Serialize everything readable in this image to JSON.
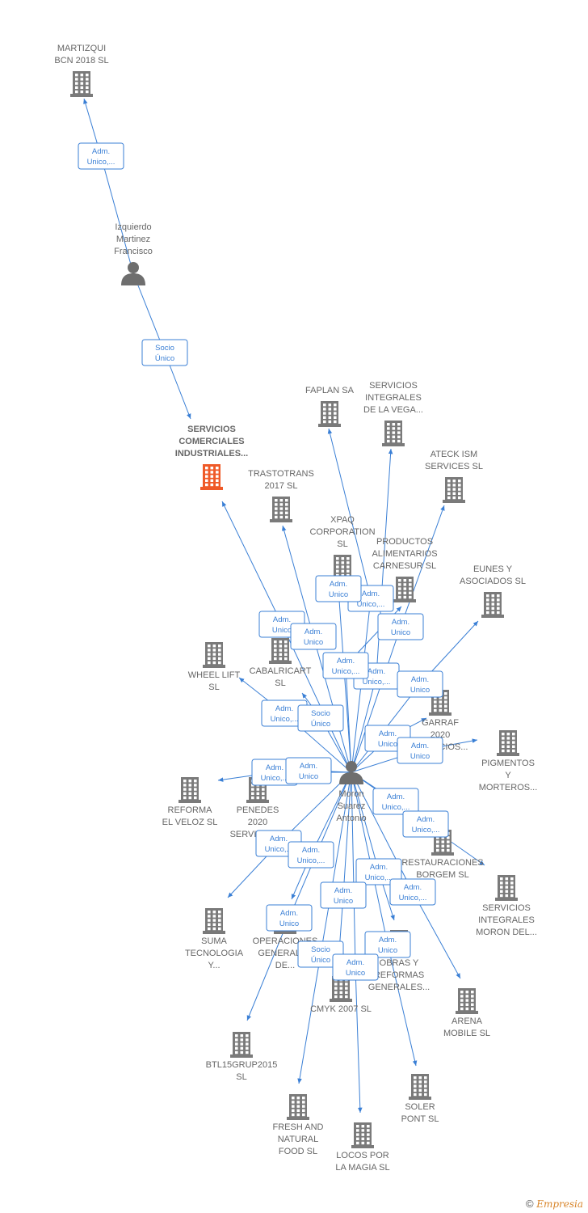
{
  "colors": {
    "edge": "#3a7fd5",
    "company": "#7a7a7a",
    "focus": "#ef5a28",
    "person": "#6e6e6e"
  },
  "nodes": [
    {
      "id": "martizqui",
      "type": "company",
      "lines": [
        "MARTIZQUI",
        "BCN 2018  SL"
      ],
      "label_pos": "above"
    },
    {
      "id": "izquierdo",
      "type": "person",
      "lines": [
        "Izquierdo",
        "Martinez",
        "Francisco"
      ],
      "label_pos": "above"
    },
    {
      "id": "servicios_comerciales",
      "type": "company",
      "focus": true,
      "bold": true,
      "lines": [
        "SERVICIOS",
        "COMERCIALES",
        "INDUSTRIALES..."
      ],
      "label_pos": "above"
    },
    {
      "id": "faplan",
      "type": "company",
      "lines": [
        "FAPLAN SA"
      ],
      "label_pos": "above"
    },
    {
      "id": "servicios_vega",
      "type": "company",
      "lines": [
        "SERVICIOS",
        "INTEGRALES",
        "DE LA VEGA..."
      ],
      "label_pos": "above"
    },
    {
      "id": "ateck",
      "type": "company",
      "lines": [
        "ATECK ISM",
        "SERVICES  SL"
      ],
      "label_pos": "above"
    },
    {
      "id": "trastotrans",
      "type": "company",
      "lines": [
        "TRASTOTRANS",
        "2017  SL"
      ],
      "label_pos": "above"
    },
    {
      "id": "xpaq",
      "type": "company",
      "lines": [
        "XPAQ",
        "CORPORATION",
        "SL"
      ],
      "label_pos": "above"
    },
    {
      "id": "productos",
      "type": "company",
      "lines": [
        "PRODUCTOS",
        "ALIMENTARIOS",
        "CARNESUR  SL"
      ],
      "label_pos": "above"
    },
    {
      "id": "eunes",
      "type": "company",
      "lines": [
        "EUNES Y",
        "ASOCIADOS SL"
      ],
      "label_pos": "above"
    },
    {
      "id": "wheel",
      "type": "company",
      "lines": [
        "WHEEL LIFT",
        "SL"
      ],
      "label_pos": "below"
    },
    {
      "id": "cabalricart",
      "type": "company",
      "lines": [
        "CABALRICART",
        "SL"
      ],
      "label_pos": "below"
    },
    {
      "id": "garraf",
      "type": "company",
      "lines": [
        "GARRAF",
        "2020",
        "SERVICIOS..."
      ],
      "label_pos": "below"
    },
    {
      "id": "pigmentos",
      "type": "company",
      "lines": [
        "PIGMENTOS",
        "Y",
        "MORTEROS..."
      ],
      "label_pos": "below"
    },
    {
      "id": "moron",
      "type": "person",
      "lines": [
        "Moron",
        "Suarez",
        "Antonio"
      ],
      "label_pos": "below"
    },
    {
      "id": "reforma",
      "type": "company",
      "lines": [
        "REFORMA",
        "EL VELOZ  SL"
      ],
      "label_pos": "below"
    },
    {
      "id": "penedes",
      "type": "company",
      "lines": [
        "PENEDES",
        "2020",
        "SERVICIOS..."
      ],
      "label_pos": "below"
    },
    {
      "id": "restauraciones",
      "type": "company",
      "lines": [
        "RESTAURACIONES",
        "BORGEM  SL"
      ],
      "label_pos": "below"
    },
    {
      "id": "servicios_moron",
      "type": "company",
      "lines": [
        "SERVICIOS",
        "INTEGRALES",
        "MORON DEL..."
      ],
      "label_pos": "below"
    },
    {
      "id": "suma",
      "type": "company",
      "lines": [
        "SUMA",
        "TECNOLOGIA",
        "Y..."
      ],
      "label_pos": "below"
    },
    {
      "id": "operaciones",
      "type": "company",
      "lines": [
        "OPERACIONES",
        "GENERALES",
        "DE..."
      ],
      "label_pos": "below"
    },
    {
      "id": "obras",
      "type": "company",
      "lines": [
        "OBRAS Y",
        "REFORMAS",
        "GENERALES..."
      ],
      "label_pos": "below"
    },
    {
      "id": "cmyk",
      "type": "company",
      "lines": [
        "CMYK 2007  SL"
      ],
      "label_pos": "below"
    },
    {
      "id": "arena",
      "type": "company",
      "lines": [
        "ARENA",
        "MOBILE  SL"
      ],
      "label_pos": "below"
    },
    {
      "id": "btl",
      "type": "company",
      "lines": [
        "BTL15GRUP2015",
        "SL"
      ],
      "label_pos": "below"
    },
    {
      "id": "soler",
      "type": "company",
      "lines": [
        "SOLER",
        "PONT SL"
      ],
      "label_pos": "below"
    },
    {
      "id": "fresh",
      "type": "company",
      "lines": [
        "FRESH AND",
        "NATURAL",
        "FOOD  SL"
      ],
      "label_pos": "below"
    },
    {
      "id": "locos",
      "type": "company",
      "lines": [
        "LOCOS POR",
        "LA MAGIA SL"
      ],
      "label_pos": "below"
    }
  ],
  "edges": [
    {
      "from": "izquierdo",
      "to": "martizqui",
      "lines": [
        "Adm.",
        "Unico,..."
      ]
    },
    {
      "from": "izquierdo",
      "to": "servicios_comerciales",
      "lines": [
        "Socio",
        "Único"
      ]
    },
    {
      "from": "moron",
      "to": "servicios_comerciales",
      "lines": [
        "Adm.",
        "Unico"
      ]
    },
    {
      "from": "moron",
      "to": "trastotrans",
      "lines": [
        "Adm.",
        "Unico"
      ]
    },
    {
      "from": "moron",
      "to": "faplan",
      "lines": [
        "Adm.",
        "Unico,..."
      ]
    },
    {
      "from": "moron",
      "to": "servicios_vega",
      "lines": [
        "Adm.",
        "Unico,..."
      ]
    },
    {
      "from": "moron",
      "to": "ateck",
      "lines": [
        "Adm.",
        "Unico"
      ]
    },
    {
      "from": "moron",
      "to": "xpaq",
      "lines": [
        "Adm.",
        "Unico"
      ]
    },
    {
      "from": "moron",
      "to": "productos",
      "lines": [
        "Adm.",
        "Unico,..."
      ]
    },
    {
      "from": "moron",
      "to": "eunes",
      "lines": [
        "Adm.",
        "Unico"
      ]
    },
    {
      "from": "moron",
      "to": "wheel",
      "lines": [
        "Adm.",
        "Unico,..."
      ]
    },
    {
      "from": "moron",
      "to": "cabalricart",
      "lines": [
        "Socio",
        "Único"
      ]
    },
    {
      "from": "moron",
      "to": "garraf",
      "lines": [
        "Adm.",
        "Unico"
      ]
    },
    {
      "from": "moron",
      "to": "pigmentos",
      "lines": [
        "Adm.",
        "Unico"
      ]
    },
    {
      "from": "moron",
      "to": "reforma",
      "lines": [
        "Adm.",
        "Unico,..."
      ]
    },
    {
      "from": "moron",
      "to": "penedes",
      "lines": [
        "Adm.",
        "Unico"
      ]
    },
    {
      "from": "moron",
      "to": "restauraciones",
      "lines": [
        "Adm.",
        "Unico,..."
      ]
    },
    {
      "from": "moron",
      "to": "servicios_moron",
      "lines": [
        "Adm.",
        "Unico,..."
      ]
    },
    {
      "from": "moron",
      "to": "suma",
      "lines": [
        "Adm.",
        "Unico,..."
      ]
    },
    {
      "from": "moron",
      "to": "operaciones",
      "lines": [
        "Adm.",
        "Unico,..."
      ]
    },
    {
      "from": "moron",
      "to": "obras",
      "lines": [
        "Adm.",
        "Unico,..."
      ]
    },
    {
      "from": "moron",
      "to": "arena",
      "lines": [
        "Adm.",
        "Unico,..."
      ]
    },
    {
      "from": "moron",
      "to": "btl",
      "lines": [
        "Adm.",
        "Unico"
      ]
    },
    {
      "from": "moron",
      "to": "cmyk",
      "lines": [
        "Adm.",
        "Unico"
      ]
    },
    {
      "from": "moron",
      "to": "soler",
      "lines": [
        "Adm.",
        "Unico"
      ]
    },
    {
      "from": "moron",
      "to": "fresh",
      "lines": [
        "Socio",
        "Único"
      ]
    },
    {
      "from": "moron",
      "to": "locos",
      "lines": [
        "Adm.",
        "Unico"
      ]
    }
  ],
  "footer": {
    "copyright": "©",
    "brand": "Empresia"
  }
}
